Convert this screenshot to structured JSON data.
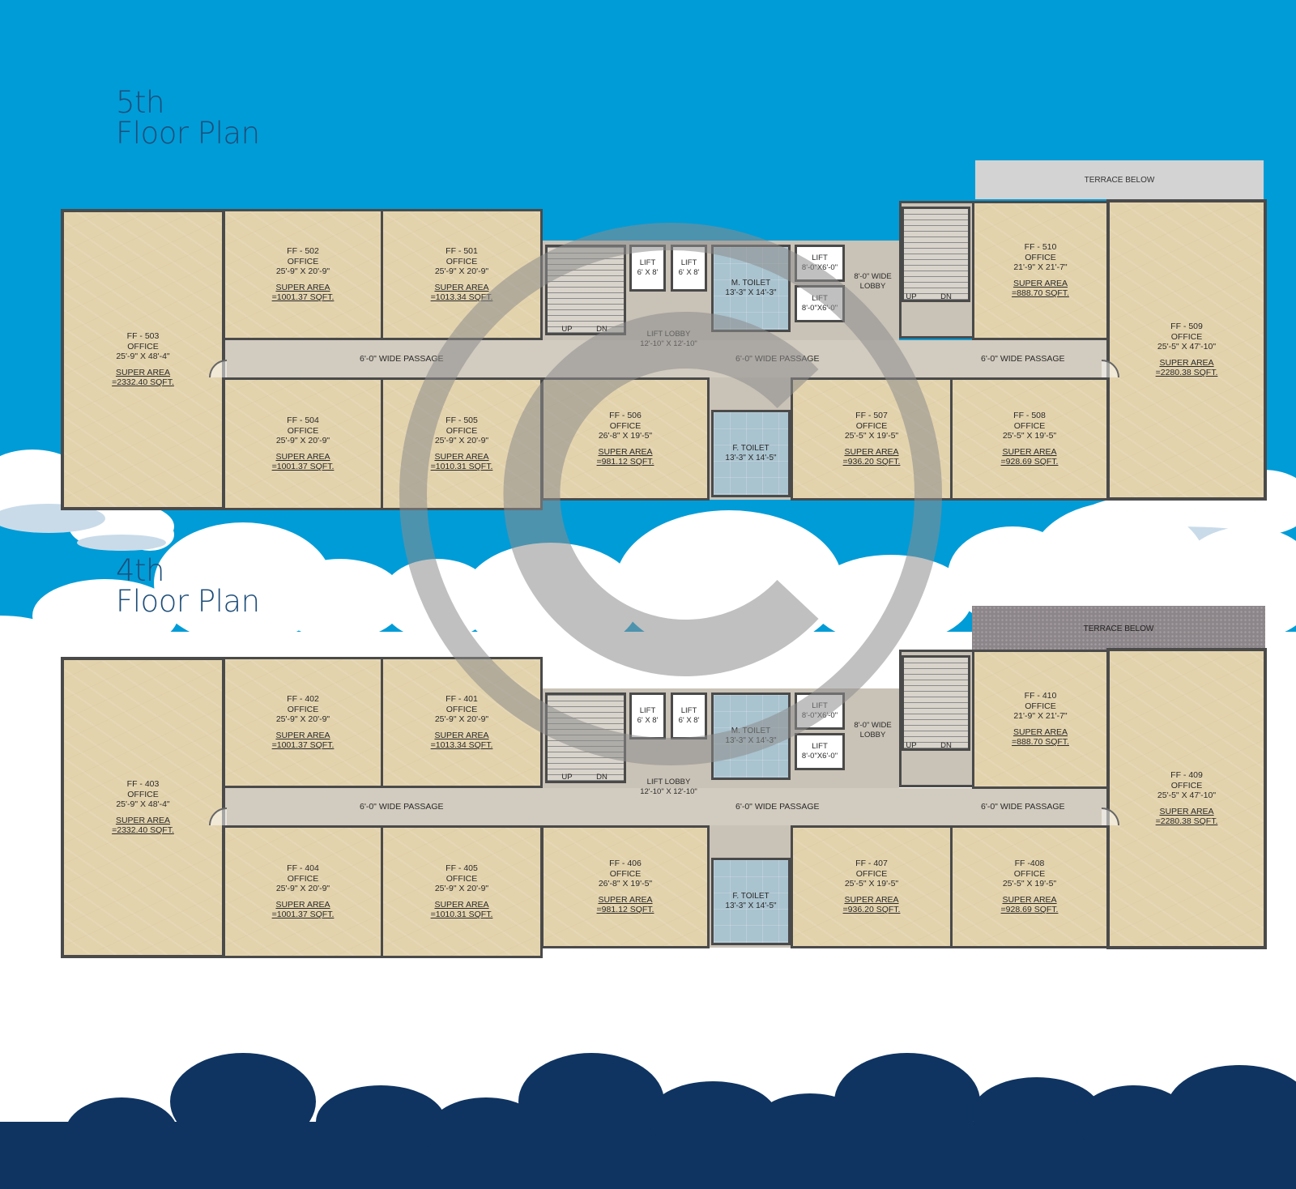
{
  "colors": {
    "sky": "#009cd7",
    "cloud": "#ffffff",
    "cloud_shadow": "#c9dbe9",
    "bottom_clouds": "#0f3461",
    "room_fill": "#e3d3ad",
    "wall": "#4a4a4a",
    "toilet_fill": "#a9c3cf",
    "passage_fill": "#d2cbbf",
    "watermark": "#8d8d8d"
  },
  "watermark_icon": "copyright-icon",
  "plans": [
    {
      "id": "fifth",
      "title_line1": "5th",
      "title_line2": "Floor Plan",
      "terrace_label": "TERRACE BELOW",
      "passage_left": "6'-0\" WIDE PASSAGE",
      "passage_center": "6'-0\" WIDE PASSAGE",
      "passage_right": "6'-0\" WIDE PASSAGE",
      "lift_lobby_line1": "LIFT LOBBY",
      "lift_lobby_line2": "12'-10\" X 12'-10\"",
      "lift1_line1": "LIFT",
      "lift1_line2": "6' X 8'",
      "lift2_line1": "LIFT",
      "lift2_line2": "6' X 8'",
      "lift3_line1": "LIFT",
      "lift3_line2": "8'-0\"X6'-0\"",
      "lift4_line1": "LIFT",
      "lift4_line2": "8'-0\"X6'-0\"",
      "lobby_line1": "8'-0\" WIDE",
      "lobby_line2": "LOBBY",
      "m_toilet_line1": "M. TOILET",
      "m_toilet_line2": "13'-3\" X 14'-3\"",
      "f_toilet_line1": "F. TOILET",
      "f_toilet_line2": "13'-3\" X 14'-5\"",
      "up": "UP",
      "dn": "DN",
      "rooms": [
        {
          "code": "FF - 502",
          "type": "OFFICE",
          "dim": "25'-9\" X 20'-9\"",
          "area_label": "SUPER AREA",
          "area": "=1001.37 SQFT."
        },
        {
          "code": "FF - 501",
          "type": "OFFICE",
          "dim": "25'-9\" X 20'-9\"",
          "area_label": "SUPER AREA",
          "area": "=1013.34 SQFT."
        },
        {
          "code": "FF - 503",
          "type": "OFFICE",
          "dim": "25'-9\" X 48'-4\"",
          "area_label": "SUPER AREA",
          "area": "=2332.40 SQFT."
        },
        {
          "code": "FF - 504",
          "type": "OFFICE",
          "dim": "25'-9\" X 20'-9\"",
          "area_label": "SUPER AREA",
          "area": "=1001.37 SQFT."
        },
        {
          "code": "FF - 505",
          "type": "OFFICE",
          "dim": "25'-9\" X 20'-9\"",
          "area_label": "SUPER AREA",
          "area": "=1010.31 SQFT."
        },
        {
          "code": "FF - 506",
          "type": "OFFICE",
          "dim": "26'-8\" X 19'-5\"",
          "area_label": "SUPER AREA",
          "area": "=981.12 SQFT."
        },
        {
          "code": "FF - 507",
          "type": "OFFICE",
          "dim": "25'-5\" X 19'-5\"",
          "area_label": "SUPER AREA",
          "area": "=936.20 SQFT."
        },
        {
          "code": "FF - 508",
          "type": "OFFICE",
          "dim": "25'-5\" X 19'-5\"",
          "area_label": "SUPER AREA",
          "area": "=928.69 SQFT."
        },
        {
          "code": "FF - 510",
          "type": "OFFICE",
          "dim": "21'-9\" X 21'-7\"",
          "area_label": "SUPER AREA",
          "area": "=888.70 SQFT."
        },
        {
          "code": "FF - 509",
          "type": "OFFICE",
          "dim": "25'-5\" X 47'-10\"",
          "area_label": "SUPER AREA",
          "area": "=2280.38 SQFT."
        }
      ]
    },
    {
      "id": "fourth",
      "title_line1": "4th",
      "title_line2": "Floor Plan",
      "terrace_label": "TERRACE BELOW",
      "passage_left": "6'-0\" WIDE PASSAGE",
      "passage_center": "6'-0\" WIDE PASSAGE",
      "passage_right": "6'-0\" WIDE PASSAGE",
      "lift_lobby_line1": "LIFT LOBBY",
      "lift_lobby_line2": "12'-10\" X 12'-10\"",
      "lift1_line1": "LIFT",
      "lift1_line2": "6' X 8'",
      "lift2_line1": "LIFT",
      "lift2_line2": "6' X 8'",
      "lift3_line1": "LIFT",
      "lift3_line2": "8'-0\"X6'-0\"",
      "lift4_line1": "LIFT",
      "lift4_line2": "8'-0\"X6'-0\"",
      "lobby_line1": "8'-0\" WIDE",
      "lobby_line2": "LOBBY",
      "m_toilet_line1": "M. TOILET",
      "m_toilet_line2": "13'-3\" X 14'-3\"",
      "f_toilet_line1": "F. TOILET",
      "f_toilet_line2": "13'-3\" X 14'-5\"",
      "up": "UP",
      "dn": "DN",
      "rooms": [
        {
          "code": "FF - 402",
          "type": "OFFICE",
          "dim": "25'-9\" X 20'-9\"",
          "area_label": "SUPER AREA",
          "area": "=1001.37 SQFT."
        },
        {
          "code": "FF - 401",
          "type": "OFFICE",
          "dim": "25'-9\" X 20'-9\"",
          "area_label": "SUPER AREA",
          "area": "=1013.34 SQFT."
        },
        {
          "code": "FF - 403",
          "type": "OFFICE",
          "dim": "25'-9\" X 48'-4\"",
          "area_label": "SUPER AREA",
          "area": "=2332.40 SQFT."
        },
        {
          "code": "FF - 404",
          "type": "OFFICE",
          "dim": "25'-9\" X 20'-9\"",
          "area_label": "SUPER AREA",
          "area": "=1001.37 SQFT."
        },
        {
          "code": "FF - 405",
          "type": "OFFICE",
          "dim": "25'-9\" X 20'-9\"",
          "area_label": "SUPER AREA",
          "area": "=1010.31 SQFT."
        },
        {
          "code": "FF - 406",
          "type": "OFFICE",
          "dim": "26'-8\" X 19'-5\"",
          "area_label": "SUPER AREA",
          "area": "=981.12 SQFT."
        },
        {
          "code": "FF - 407",
          "type": "OFFICE",
          "dim": "25'-5\" X 19'-5\"",
          "area_label": "SUPER AREA",
          "area": "=936.20 SQFT."
        },
        {
          "code": "FF -408",
          "type": "OFFICE",
          "dim": "25'-5\" X 19'-5\"",
          "area_label": "SUPER AREA",
          "area": "=928.69 SQFT."
        },
        {
          "code": "FF - 410",
          "type": "OFFICE",
          "dim": "21'-9\" X 21'-7\"",
          "area_label": "SUPER AREA",
          "area": "=888.70 SQFT."
        },
        {
          "code": "FF - 409",
          "type": "OFFICE",
          "dim": "25'-5\" X 47'-10\"",
          "area_label": "SUPER AREA",
          "area": "=2280.38 SQFT."
        }
      ]
    }
  ]
}
